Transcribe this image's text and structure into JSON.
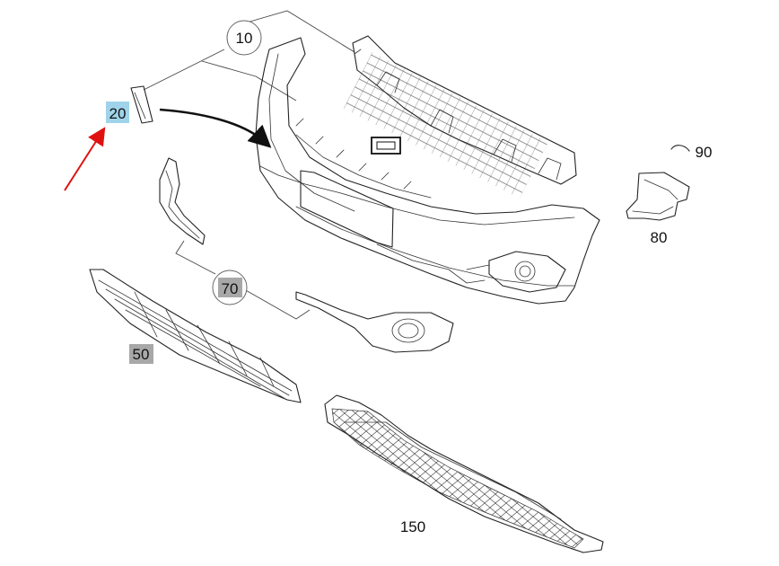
{
  "callouts": {
    "c10": "10",
    "c20": "20",
    "c50": "50",
    "c70": "70",
    "c80": "80",
    "c90": "90",
    "c150": "150"
  },
  "colors": {
    "highlight_20": "#9fd3ea",
    "highlight_gray": "#a8a8a8",
    "red_arrow": "#e01010"
  }
}
